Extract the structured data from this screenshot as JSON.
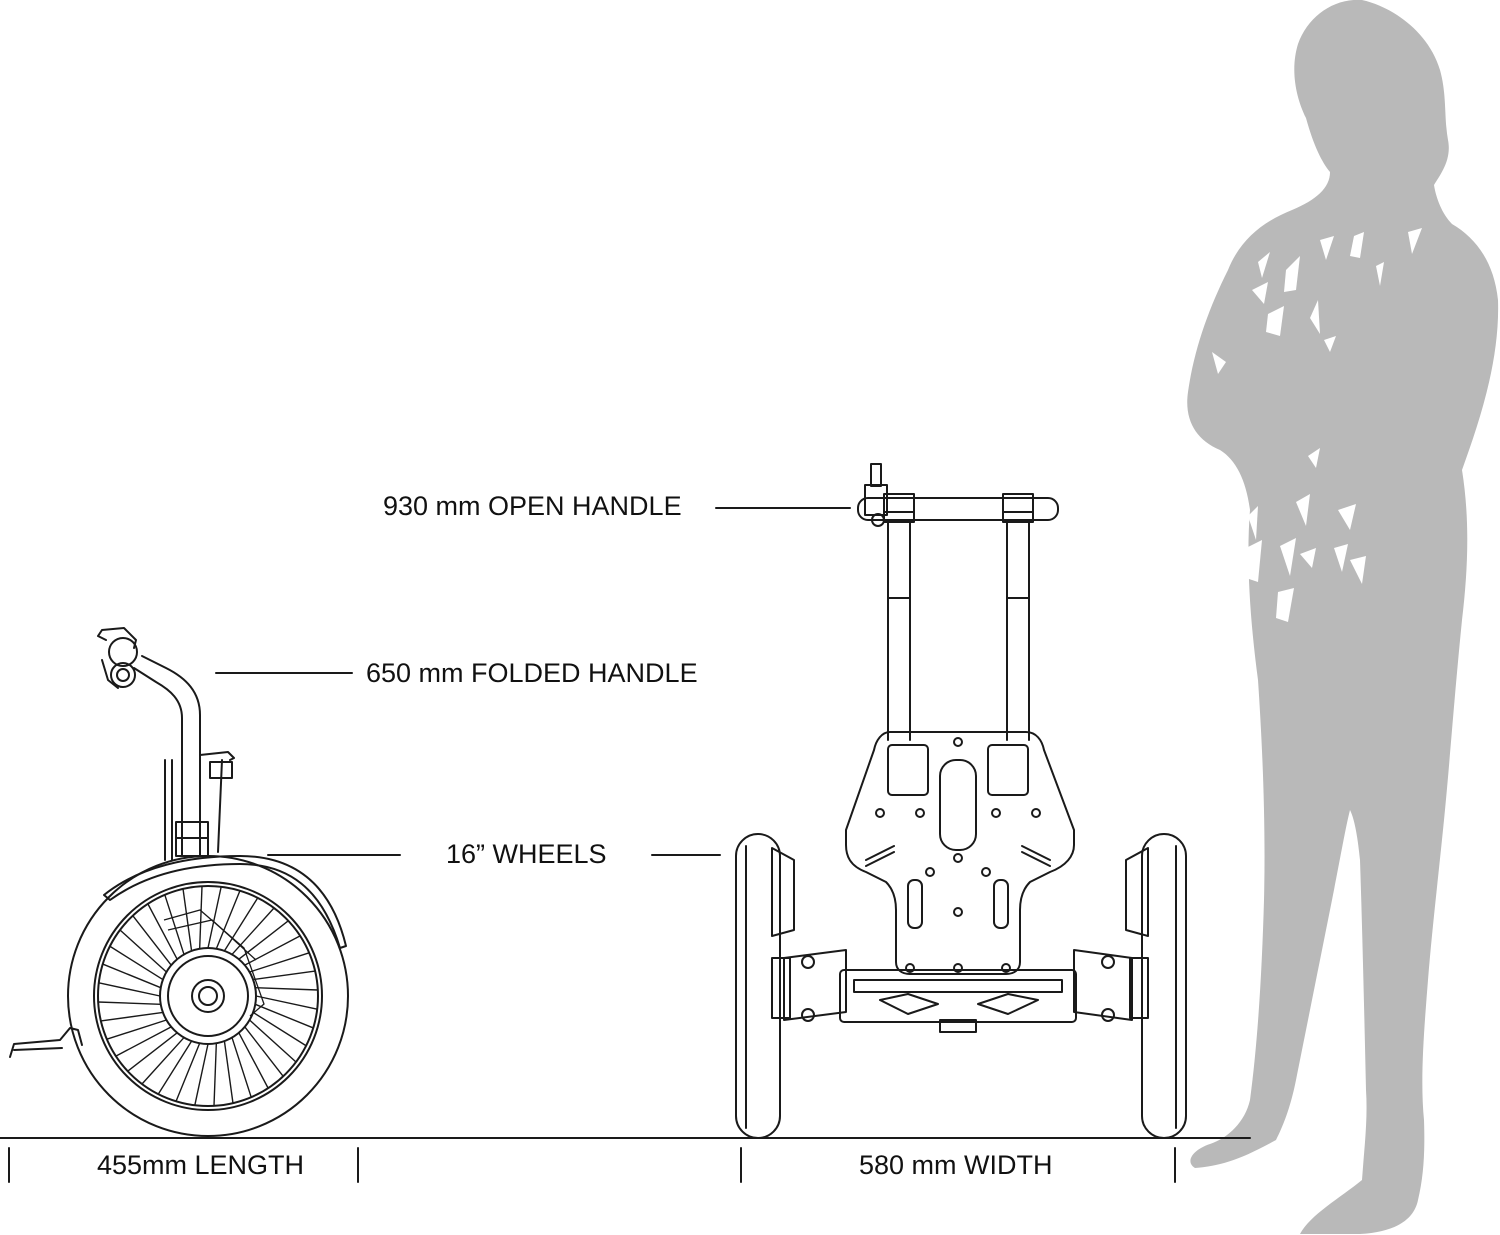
{
  "labels": {
    "open_handle": "930 mm OPEN HANDLE",
    "folded_handle": "650 mm FOLDED HANDLE",
    "wheels": "16” WHEELS",
    "length": "455mm LENGTH",
    "width": "580 mm WIDTH"
  },
  "colors": {
    "ink": "#1a1a1a",
    "silhouette": "#b9b9b9",
    "background": "#ffffff"
  }
}
